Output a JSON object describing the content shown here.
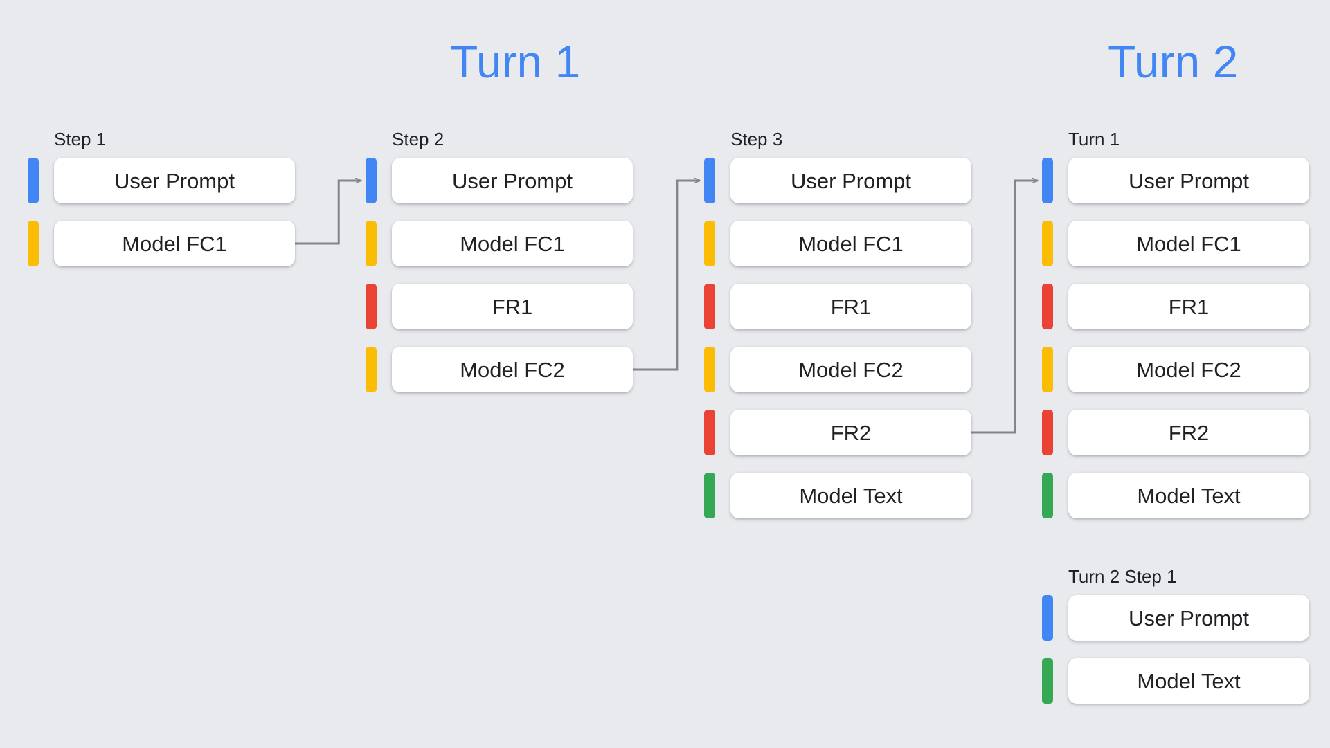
{
  "background_color": "#e8eaed",
  "titles": [
    {
      "text": "Turn 1",
      "color": "#4285F4"
    },
    {
      "text": "Turn 2",
      "color": "#4285F4"
    }
  ],
  "palette": {
    "user_prompt": "#4285F4",
    "model_fc": "#FBBC04",
    "function_response": "#EA4335",
    "model_text": "#34A853",
    "card_bg": "#FFFFFF",
    "text": "#202124",
    "connector": "#80868B"
  },
  "legend_roles": {
    "blue": "user-prompt",
    "yellow": "model-function-call",
    "red": "function-response",
    "green": "model-text"
  },
  "columns": [
    {
      "id": "step-1",
      "label": "Step 1",
      "rows": [
        {
          "label": "User Prompt",
          "color": "#4285F4",
          "role": "user-prompt"
        },
        {
          "label": "Model FC1",
          "color": "#FBBC04",
          "role": "model-function-call"
        }
      ]
    },
    {
      "id": "step-2",
      "label": "Step 2",
      "rows": [
        {
          "label": "User Prompt",
          "color": "#4285F4",
          "role": "user-prompt"
        },
        {
          "label": "Model FC1",
          "color": "#FBBC04",
          "role": "model-function-call"
        },
        {
          "label": "FR1",
          "color": "#EA4335",
          "role": "function-response"
        },
        {
          "label": "Model FC2",
          "color": "#FBBC04",
          "role": "model-function-call"
        }
      ]
    },
    {
      "id": "step-3",
      "label": "Step 3",
      "rows": [
        {
          "label": "User Prompt",
          "color": "#4285F4",
          "role": "user-prompt"
        },
        {
          "label": "Model FC1",
          "color": "#FBBC04",
          "role": "model-function-call"
        },
        {
          "label": "FR1",
          "color": "#EA4335",
          "role": "function-response"
        },
        {
          "label": "Model FC2",
          "color": "#FBBC04",
          "role": "model-function-call"
        },
        {
          "label": "FR2",
          "color": "#EA4335",
          "role": "function-response"
        },
        {
          "label": "Model Text",
          "color": "#34A853",
          "role": "model-text"
        }
      ]
    },
    {
      "id": "turn-2-turn-1",
      "label": "Turn 1",
      "rows": [
        {
          "label": "User Prompt",
          "color": "#4285F4",
          "role": "user-prompt"
        },
        {
          "label": "Model FC1",
          "color": "#FBBC04",
          "role": "model-function-call"
        },
        {
          "label": "FR1",
          "color": "#EA4335",
          "role": "function-response"
        },
        {
          "label": "Model FC2",
          "color": "#FBBC04",
          "role": "model-function-call"
        },
        {
          "label": "FR2",
          "color": "#EA4335",
          "role": "function-response"
        },
        {
          "label": "Model Text",
          "color": "#34A853",
          "role": "model-text"
        }
      ]
    },
    {
      "id": "turn-2-step-1",
      "label": "Turn 2 Step 1",
      "rows": [
        {
          "label": "User Prompt",
          "color": "#4285F4",
          "role": "user-prompt"
        },
        {
          "label": "Model Text",
          "color": "#34A853",
          "role": "model-text"
        }
      ]
    }
  ],
  "connectors": [
    {
      "from": "step-1",
      "to": "step-2",
      "from_row": 1,
      "to_row": 0
    },
    {
      "from": "step-2",
      "to": "step-3",
      "from_row": 3,
      "to_row": 0
    },
    {
      "from": "step-3",
      "to": "turn-2-turn-1",
      "from_row": 4,
      "to_row": 0
    }
  ]
}
